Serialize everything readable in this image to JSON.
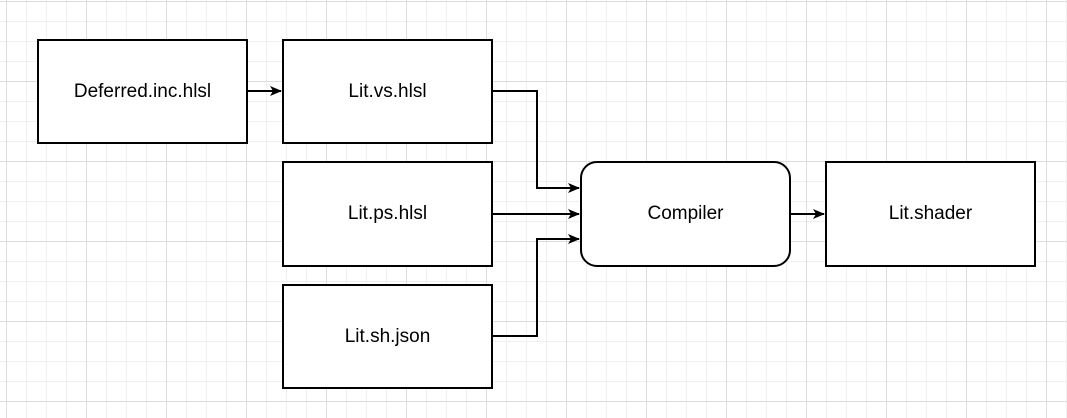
{
  "diagram": {
    "nodes": [
      {
        "id": "deferred",
        "label": "Deferred.inc.hlsl"
      },
      {
        "id": "vs",
        "label": "Lit.vs.hlsl"
      },
      {
        "id": "ps",
        "label": "Lit.ps.hlsl"
      },
      {
        "id": "sh",
        "label": "Lit.sh.json"
      },
      {
        "id": "compiler",
        "label": "Compiler"
      },
      {
        "id": "shader",
        "label": "Lit.shader"
      }
    ],
    "edges": [
      {
        "from": "deferred",
        "to": "vs"
      },
      {
        "from": "vs",
        "to": "compiler"
      },
      {
        "from": "ps",
        "to": "compiler"
      },
      {
        "from": "sh",
        "to": "compiler"
      },
      {
        "from": "compiler",
        "to": "shader"
      }
    ],
    "colors": {
      "stroke": "#000000",
      "fill": "#ffffff",
      "grid": "#dcdcdc"
    }
  }
}
